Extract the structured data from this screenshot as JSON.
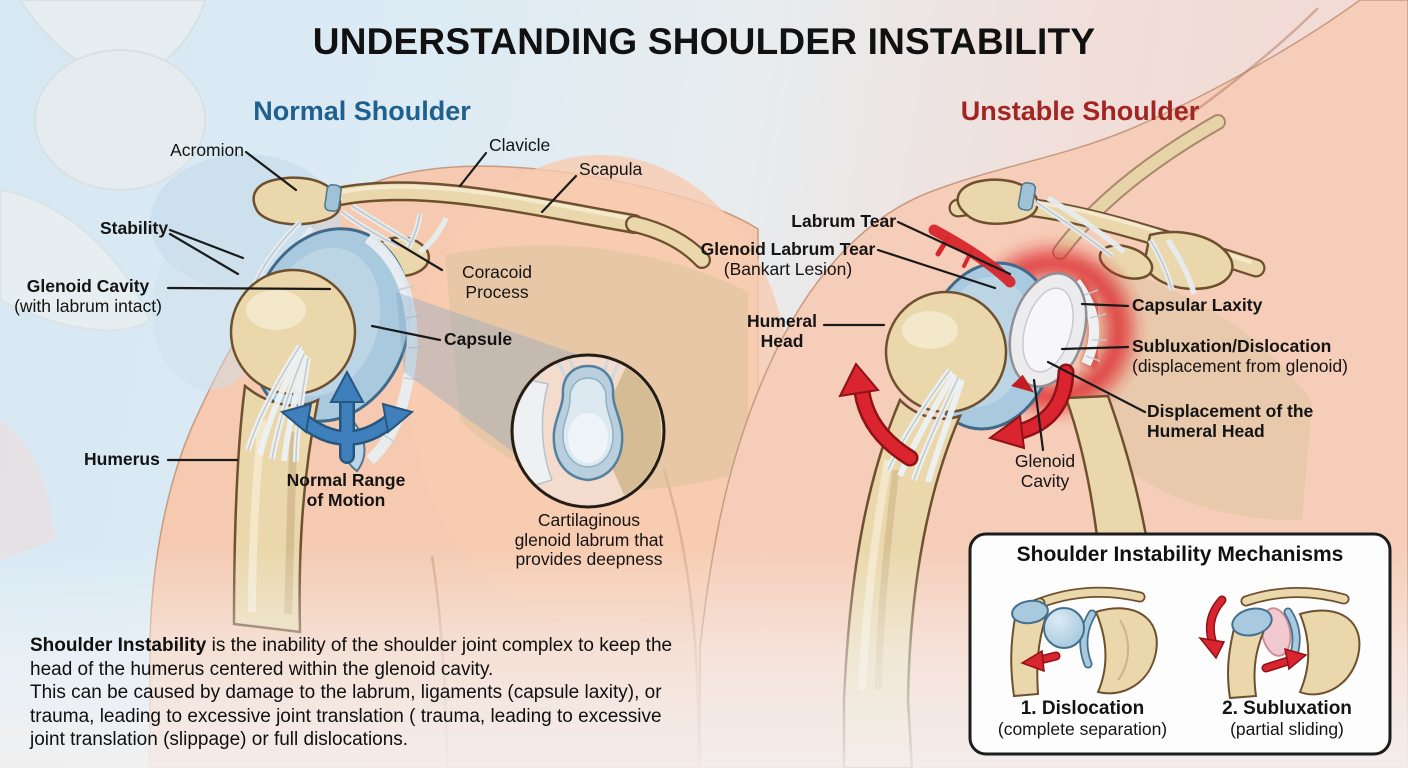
{
  "title": "UNDERSTANDING SHOULDER INSTABILITY",
  "left_panel": {
    "heading": "Normal Shoulder",
    "labels": {
      "acromion": "Acromion",
      "clavicle": "Clavicle",
      "scapula": "Scapula",
      "stability": "Stability",
      "glenoid_cavity": "Glenoid Cavity",
      "glenoid_cavity_note": "(with labrum intact)",
      "coracoid_line1": "Coracoid",
      "coracoid_line2": "Process",
      "capsule": "Capsule",
      "humerus": "Humerus",
      "range_line1": "Normal Range",
      "range_line2": "of Motion"
    },
    "inset_caption": [
      "Cartilaginous",
      "glenoid labrum that",
      "provides deepness"
    ]
  },
  "right_panel": {
    "heading": "Unstable Shoulder",
    "labels": {
      "labrum_tear": "Labrum Tear",
      "glenoid_labrum_tear": "Glenoid Labrum Tear",
      "bankart": "(Bankart Lesion)",
      "humeral_line1": "Humeral",
      "humeral_line2": "Head",
      "capsular_laxity": "Capsular Laxity",
      "subluxation": "Subluxation/Dislocation",
      "subluxation_note": "(displacement from glenoid)",
      "displacement_line1": "Displacement of the",
      "displacement_line2": "Humeral Head",
      "glenoid_line1": "Glenoid",
      "glenoid_line2": "Cavity"
    }
  },
  "footnote": {
    "line1_bold": "Shoulder Instability",
    "line1_rest": " is the inability of the shoulder joint complex to keep the",
    "line2": "head of the humerus centered within the glenoid cavity.",
    "line3": "This can be caused by damage to the labrum, ligaments (capsule laxity), or",
    "line4": "trauma, leading to excessive joint translation ( trauma, leading to excessive",
    "line5": "joint translation (slippage) or full dislocations."
  },
  "mechanisms": {
    "title": "Shoulder Instability Mechanisms",
    "items": [
      {
        "name": "1. Dislocation",
        "note": "(complete separation)"
      },
      {
        "name": "2. Subluxation",
        "note": "(partial sliding)"
      }
    ]
  },
  "colors": {
    "normal_heading": "#20608e",
    "unstable_heading": "#a32522",
    "title_text": "#111111",
    "label_text": "#141414",
    "bone": "#ead7ab",
    "cartilage": "#a9c9de",
    "skin": "#f5cab1",
    "red_accent": "#d7262c",
    "blue_arrow": "#3e7fbc",
    "background_left": "#d8e9f3",
    "background_right": "#f4d8d2",
    "box_border": "#1c1c1c"
  }
}
